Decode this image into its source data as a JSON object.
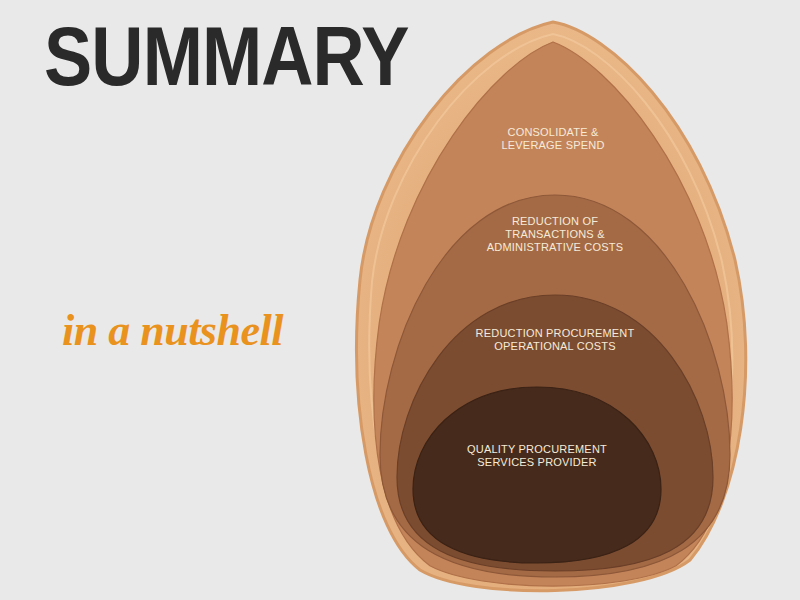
{
  "diagram": {
    "title": "SUMMARY",
    "nodes": [
      {
        "text": [
          "CONSOLIDATE & LEVERAGE SPEND"
        ]
      },
      {
        "text": [
          "REDUCTION OF TRANSACTIONS & ADMINISTRATIVE COSTS"
        ],
        "in": 0
      },
      {
        "text": [
          "REDUCTION PROCUREMENT OPERATIONAL COSTS"
        ],
        "in": 1
      },
      {
        "text": [
          "QUALITY PROCUREMENT SERVICES PROVIDER"
        ],
        "in": 2
      }
    ],
    "labels": [
      "in a nutshell"
    ]
  }
}
